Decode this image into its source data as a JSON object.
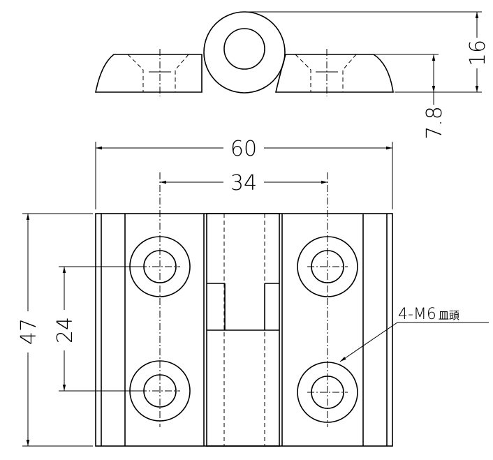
{
  "dimensions": {
    "total_height": "16",
    "base_height": "7.8",
    "width": "60",
    "hole_spacing_x": "34",
    "height": "47",
    "hole_spacing_y": "24"
  },
  "callout": {
    "prefix": "4-M6",
    "suffix": "皿頭"
  }
}
